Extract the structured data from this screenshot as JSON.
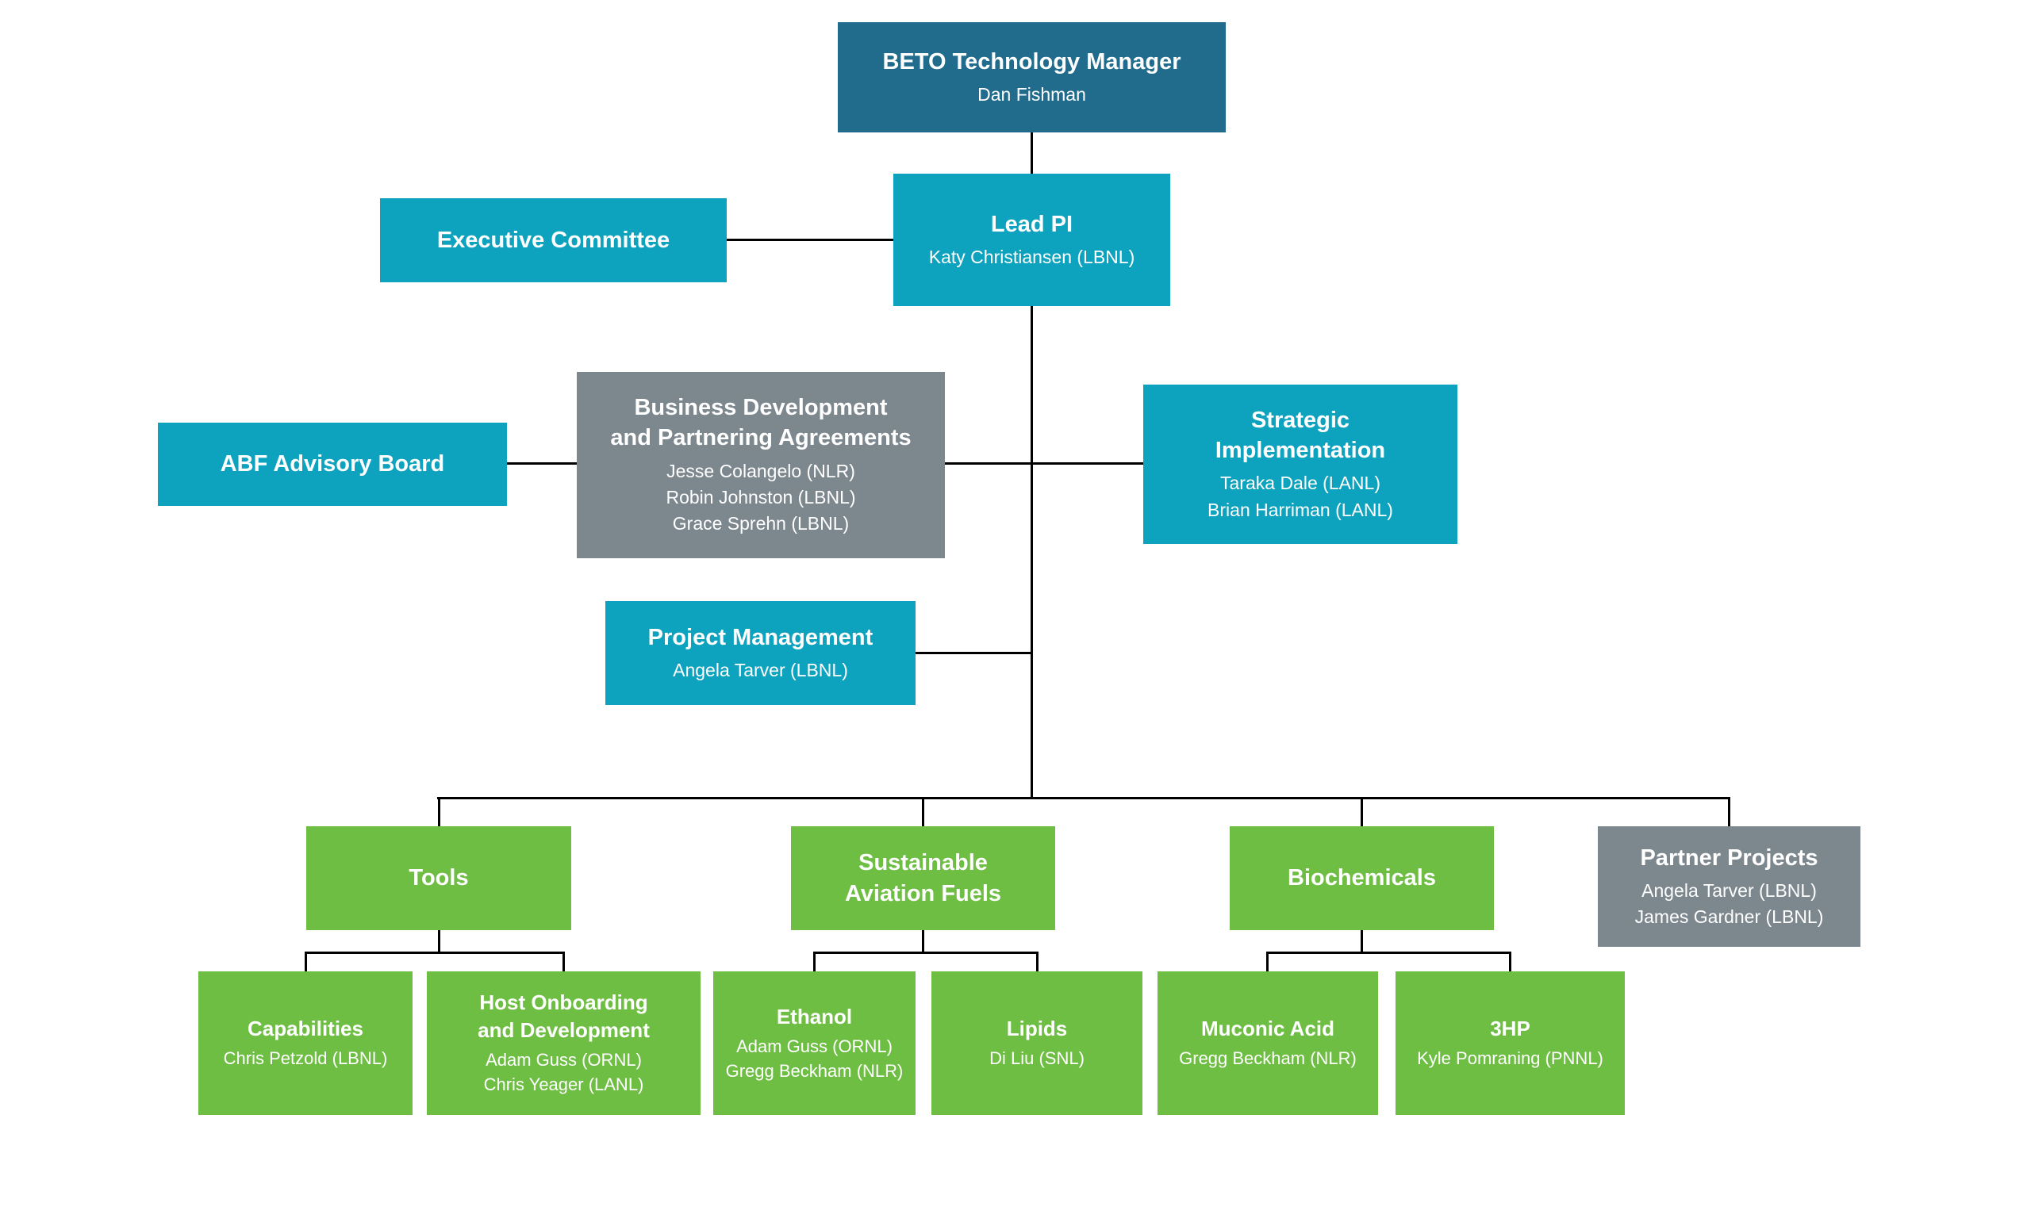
{
  "page": {
    "background": "#ffffff"
  },
  "colors": {
    "dark_blue": "#216B8C",
    "teal": "#0DA2BD",
    "gray": "#7D878E",
    "green": "#6FBE44",
    "connector_line": "#000000",
    "text": "#ffffff"
  },
  "nodes": {
    "beto": {
      "title_lines": [
        "BETO Technology Manager"
      ],
      "members": [
        "Dan Fishman"
      ]
    },
    "lead_pi": {
      "title_lines": [
        "Lead PI"
      ],
      "members": [
        "Katy Christiansen (LBNL)"
      ]
    },
    "executive_committee": {
      "title_lines": [
        "Executive Committee"
      ],
      "members": []
    },
    "business_development": {
      "title_lines": [
        "Business Development",
        "and Partnering Agreements"
      ],
      "members": [
        "Jesse Colangelo (NLR)",
        "Robin Johnston (LBNL)",
        "Grace Sprehn (LBNL)"
      ]
    },
    "abf_advisory_board": {
      "title_lines": [
        "ABF Advisory Board"
      ],
      "members": []
    },
    "strategic_implementation": {
      "title_lines": [
        "Strategic",
        "Implementation"
      ],
      "members": [
        "Taraka Dale (LANL)",
        "Brian Harriman (LANL)"
      ]
    },
    "project_management": {
      "title_lines": [
        "Project Management"
      ],
      "members": [
        "Angela Tarver (LBNL)"
      ]
    },
    "tools": {
      "title_lines": [
        "Tools"
      ],
      "members": []
    },
    "sustainable_aviation_fuels": {
      "title_lines": [
        "Sustainable",
        "Aviation Fuels"
      ],
      "members": []
    },
    "biochemicals": {
      "title_lines": [
        "Biochemicals"
      ],
      "members": []
    },
    "partner_projects": {
      "title_lines": [
        "Partner Projects"
      ],
      "members": [
        "Angela Tarver (LBNL)",
        "James Gardner (LBNL)"
      ]
    },
    "capabilities": {
      "title_lines": [
        "Capabilities"
      ],
      "members": [
        "Chris Petzold (LBNL)"
      ]
    },
    "host_onboarding": {
      "title_lines": [
        "Host Onboarding",
        "and Development"
      ],
      "members": [
        "Adam Guss (ORNL)",
        "Chris Yeager (LANL)"
      ]
    },
    "ethanol": {
      "title_lines": [
        "Ethanol"
      ],
      "members": [
        "Adam Guss (ORNL)",
        "Gregg Beckham (NLR)"
      ]
    },
    "lipids": {
      "title_lines": [
        "Lipids"
      ],
      "members": [
        "Di Liu (SNL)"
      ]
    },
    "muconic_acid": {
      "title_lines": [
        "Muconic Acid"
      ],
      "members": [
        "Gregg Beckham (NLR)"
      ]
    },
    "threehp": {
      "title_lines": [
        "3HP"
      ],
      "members": [
        "Kyle Pomraning (PNNL)"
      ]
    }
  }
}
